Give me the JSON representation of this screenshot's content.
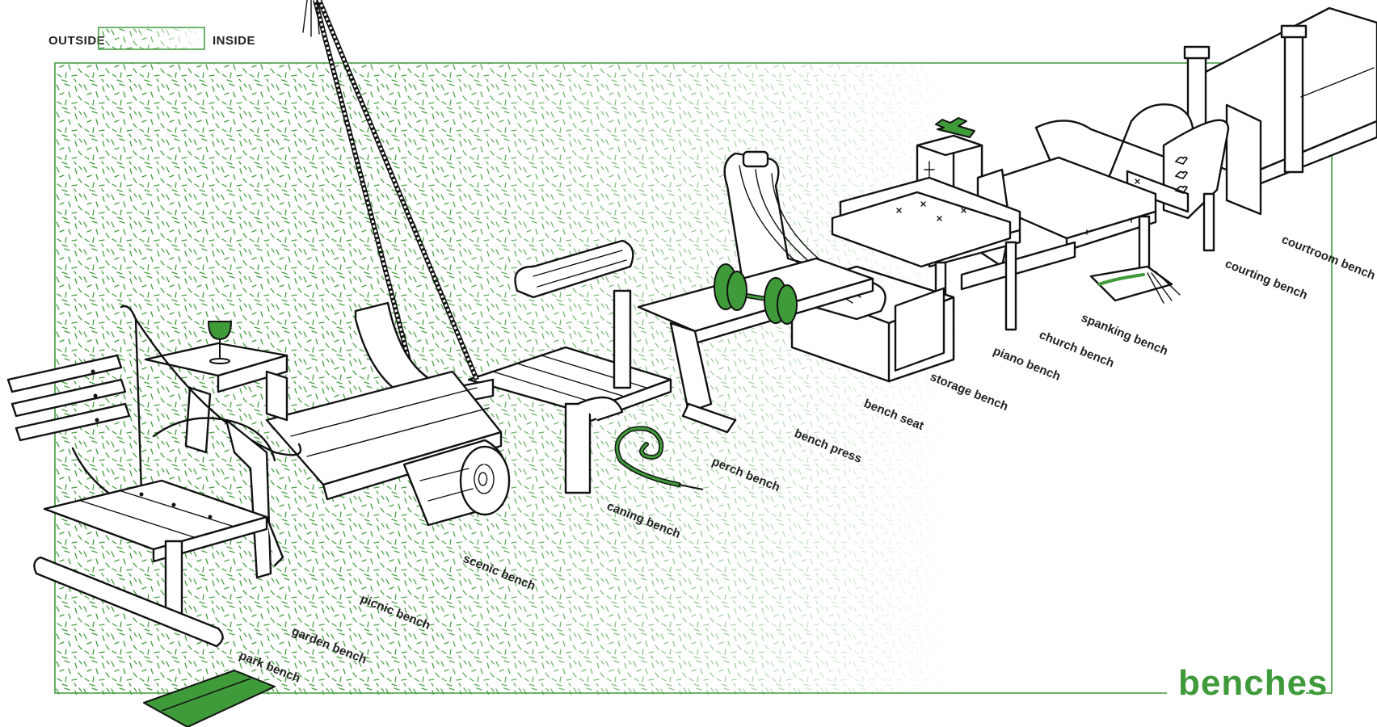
{
  "legend": {
    "outside_label": "OUTSIDE",
    "inside_label": "INSIDE"
  },
  "title": "benches",
  "labels": [
    "park bench",
    "garden bench",
    "picnic bench",
    "scenic bench",
    "caning bench",
    "perch bench",
    "bench press",
    "bench seat",
    "storage bench",
    "piano bench",
    "church bench",
    "spanking bench",
    "courting bench",
    "courtroom bench"
  ],
  "colors": {
    "accent": "#3f9a3a",
    "ink": "#111111",
    "background": "#ffffff"
  },
  "icons": [
    "wine-glass-icon",
    "dumbbell-icon",
    "whip-icon",
    "paddle-icon",
    "cross-icon",
    "towel-icon",
    "rope-icon",
    "log-icon"
  ]
}
